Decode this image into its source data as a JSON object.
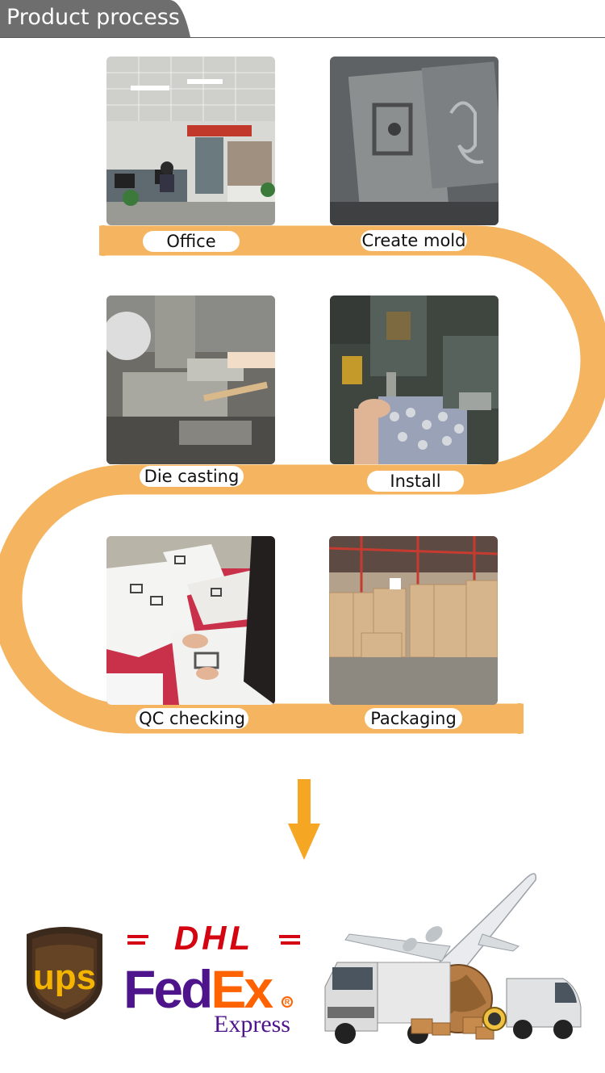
{
  "header": {
    "title": "Product process"
  },
  "steps": [
    {
      "label": "Office"
    },
    {
      "label": "Create mold"
    },
    {
      "label": "Die casting"
    },
    {
      "label": "Install"
    },
    {
      "label": "QC checking"
    },
    {
      "label": "Packaging"
    }
  ],
  "shipping": {
    "carriers": [
      {
        "name": "UPS",
        "logo_text": "ups"
      },
      {
        "name": "DHL",
        "logo_text": "DHL"
      },
      {
        "name": "FedEx Express",
        "logo_fed": "Fed",
        "logo_ex": "Ex",
        "logo_sub": "Express"
      }
    ]
  },
  "colors": {
    "path": "#f5b45f",
    "title_bg": "#6e6e6e",
    "arrow": "#f5a623"
  }
}
